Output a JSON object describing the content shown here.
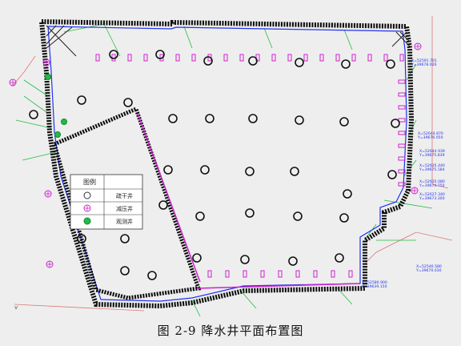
{
  "caption": "图 2-9 降水井平面布置图",
  "legend": {
    "title": "图例",
    "rows": [
      {
        "label": "疏干井",
        "icon": "dewatering-well-icon"
      },
      {
        "label": "减压井",
        "icon": "pressure-relief-well-icon"
      },
      {
        "label": "观测井",
        "icon": "observation-well-icon"
      }
    ]
  },
  "coordinates": [
    {
      "x": "X=52591.701",
      "y": "Y=39678.026"
    },
    {
      "x": "X=52644.870",
      "y": "Y=39676.050"
    },
    {
      "x": "X=52644.939",
      "y": "Y=39675.839"
    },
    {
      "x": "X=52635.440",
      "y": "Y=39675.184"
    },
    {
      "x": "X=52635.080",
      "y": "Y=39674.750"
    },
    {
      "x": "X=52627.340",
      "y": "Y=39673.300"
    },
    {
      "x": "X=52546.580",
      "y": "Y=39670.030"
    },
    {
      "x": "X=52580.900",
      "y": "Y=39639.150"
    }
  ],
  "colors": {
    "background": "#eeeeee",
    "pit_boundary": "#0b0b0b",
    "support_line": "#2233ee",
    "guide_lines": "#22bb44",
    "pump_marks": "#cc22cc",
    "wells": "#111111"
  }
}
